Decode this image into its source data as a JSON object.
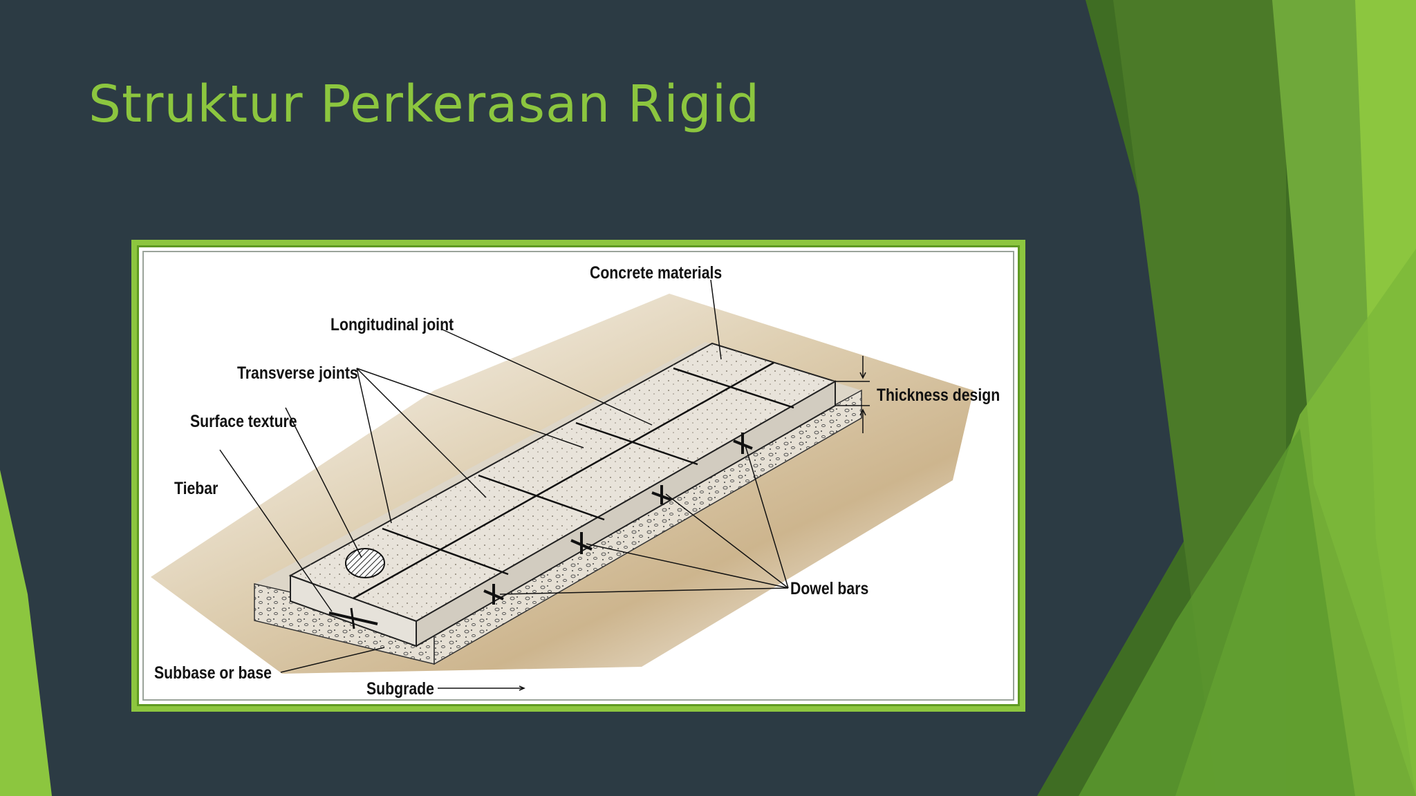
{
  "slide": {
    "title": "Struktur Perkerasan Rigid",
    "accent_color": "#8cc63f",
    "background_color": "#2c3b44"
  },
  "diagram": {
    "labels": {
      "concrete_materials": "Concrete materials",
      "longitudinal_joint": "Longitudinal joint",
      "transverse_joints": "Transverse joints",
      "surface_texture": "Surface texture",
      "tiebar": "Tiebar",
      "thickness_design": "Thickness design",
      "dowel_bars": "Dowel bars",
      "subbase_or_base": "Subbase or base",
      "subgrade": "Subgrade"
    }
  }
}
